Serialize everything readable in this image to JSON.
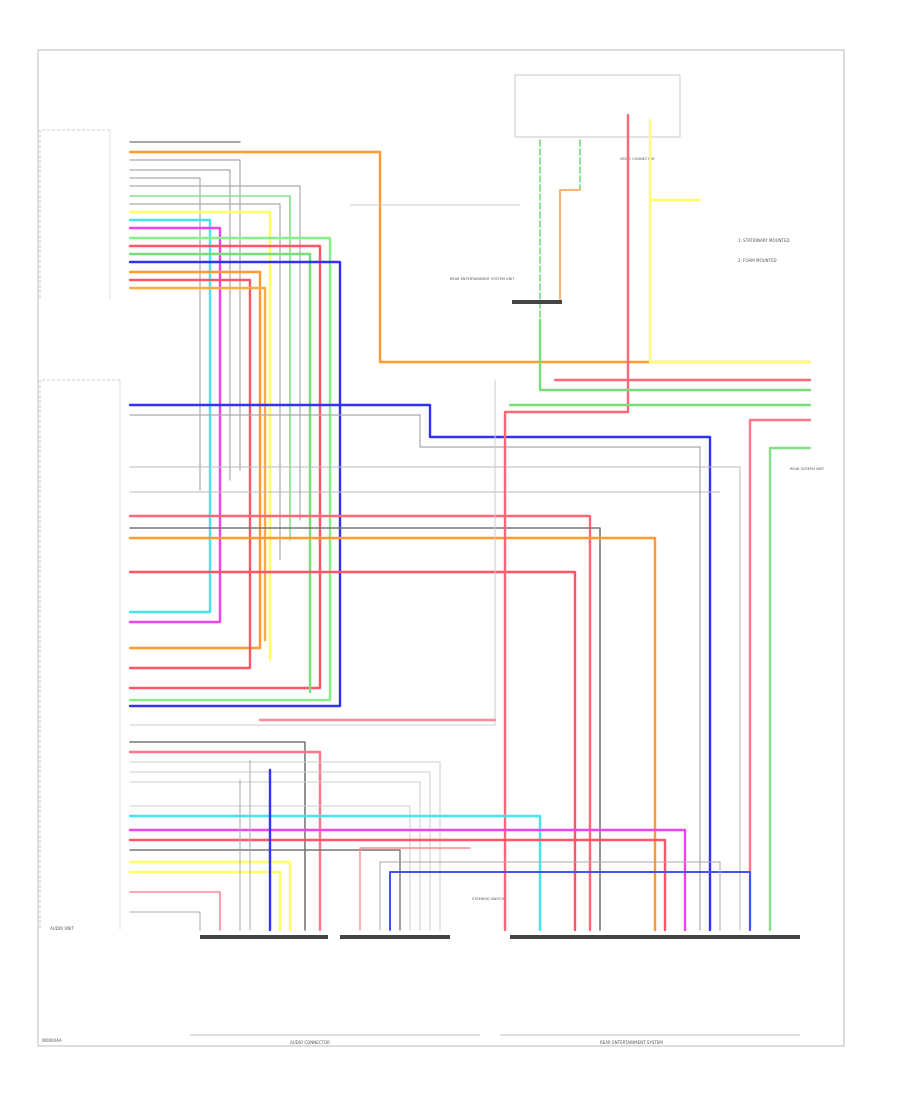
{
  "module_left_top": {
    "pins": [
      "",
      "",
      "",
      "",
      "",
      "",
      "",
      "",
      "",
      "",
      "",
      "",
      "",
      "",
      "",
      "",
      "",
      "",
      ""
    ],
    "name": ""
  },
  "module_left_bottom": {
    "name": "AUDIO UNIT"
  },
  "footer": {
    "left_code": "W0000AA",
    "center_label": "AUDIO CONNECTOR",
    "right_label": "REAR ENTERTAINMENT SYSTEM"
  },
  "legend": {
    "item1": "1: STATIONARY MOUNTED",
    "item2": "2: FOAM MOUNTED"
  },
  "annotations": {
    "connector_mid": "REAR ENTERTAINMENT SYSTEM UNIT",
    "connector_top": "VIDEO CONNECTOR",
    "right_mid": "REAR SCREEN UNIT",
    "bottom_mid": "STEERING SWITCH"
  },
  "colors": {
    "border": "#bbbbbb",
    "orange": "#ff9933",
    "blue": "#3333ee",
    "red": "#ff5566",
    "green": "#66dd66",
    "magenta": "#ee44ee",
    "cyan": "#44e6ee",
    "yellow": "#ffff66",
    "gray": "#888888"
  }
}
